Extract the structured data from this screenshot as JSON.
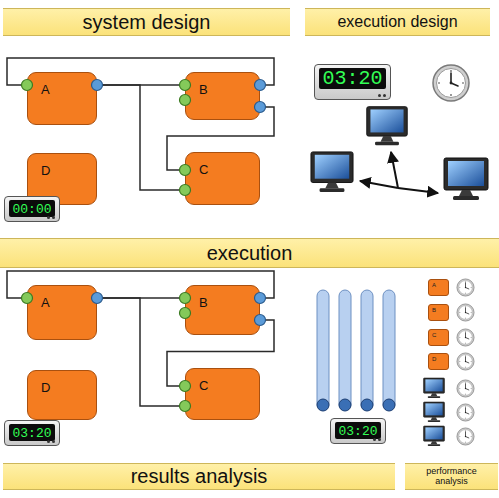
{
  "diagram": {
    "nodes": [
      {
        "text": [
          "system design"
        ]
      },
      {
        "text": [
          "execution design"
        ]
      },
      {
        "text": [
          "A"
        ]
      },
      {
        "text": [
          "B"
        ]
      },
      {
        "text": [
          "C"
        ]
      },
      {
        "text": [
          "D"
        ]
      },
      {
        "text": [
          "00:00"
        ]
      },
      {
        "text": [
          "03:20"
        ]
      },
      {
        "text": [
          "execution"
        ]
      },
      {
        "text": [
          "A"
        ]
      },
      {
        "text": [
          "B"
        ]
      },
      {
        "text": [
          "C"
        ]
      },
      {
        "text": [
          "D"
        ]
      },
      {
        "text": [
          "03:20"
        ]
      },
      {
        "text": [
          "03:20"
        ]
      },
      {
        "text": [
          "A"
        ]
      },
      {
        "text": [
          "B"
        ]
      },
      {
        "text": [
          "C"
        ]
      },
      {
        "text": [
          "D"
        ]
      },
      {
        "text": [
          "results analysis"
        ]
      },
      {
        "text": [
          "performance analysis"
        ]
      }
    ],
    "edges": [
      {
        "from": 2,
        "to": 3,
        "arrow": "none"
      },
      {
        "from": 2,
        "to": 4,
        "arrow": "none"
      },
      {
        "from": 3,
        "to": 2,
        "arrow": "none"
      },
      {
        "from": 3,
        "to": 4,
        "arrow": "none"
      },
      {
        "from": 9,
        "to": 10,
        "arrow": "none"
      },
      {
        "from": 9,
        "to": 11,
        "arrow": "none"
      },
      {
        "from": 10,
        "to": 9,
        "arrow": "none"
      },
      {
        "from": 10,
        "to": 11,
        "arrow": "none"
      }
    ]
  }
}
